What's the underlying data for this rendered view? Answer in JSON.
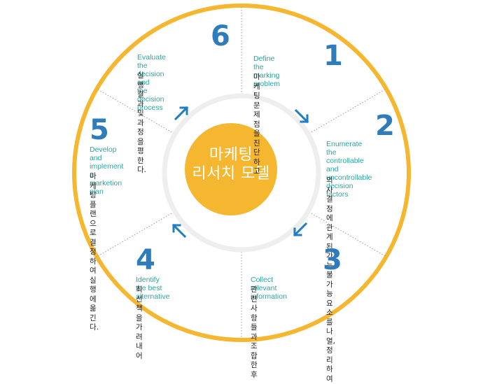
{
  "center": {
    "title": "마케팅\n리서치 모델"
  },
  "steps": [
    {
      "number": "1",
      "english": "Define the marking\nproblem",
      "korean": "마케팅 문제점을 진단하고"
    },
    {
      "number": "2",
      "english": "Enumerate the\ncontrollable and\nuncontrollable decision\nfactors",
      "korean": "의사결정에 관계된\n가능, 불가능 요소를\n나열, 정리하여"
    },
    {
      "number": "3",
      "english": "Collect relevant information",
      "korean": "관련 사항들과 조합한 후"
    },
    {
      "number": "4",
      "english": "Identify the best alternative",
      "korean": "최선책을 가려내어"
    },
    {
      "number": "5",
      "english": "Develop and\nimplement a\nmarketion plan",
      "korean": "마케팅 플랜으로\n결정하여 실행에\n옮긴다."
    },
    {
      "number": "6",
      "english": "Evaluate the decision and\nthe decision process",
      "korean": "실행 결과 및 과정을 평한다."
    }
  ],
  "colors": {
    "ring": "#f5b630",
    "center": "#f5b630",
    "number": "#2f7cbd",
    "english": "#2aa6a0",
    "arrow": "#1f7fc0"
  }
}
